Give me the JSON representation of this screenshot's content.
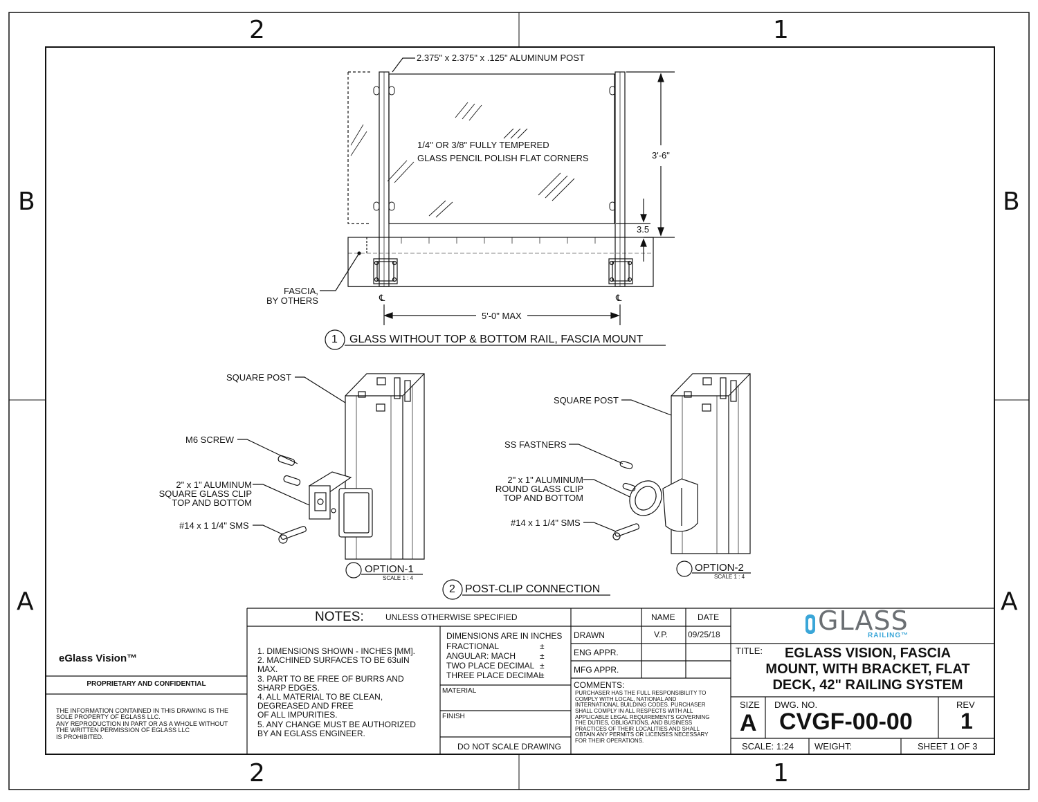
{
  "zones": {
    "top_left": "2",
    "top_right": "1",
    "bottom_left": "2",
    "bottom_right": "1",
    "left_upper": "B",
    "right_upper": "B",
    "left_lower": "A",
    "right_lower": "A"
  },
  "view1": {
    "post_label": "2.375\" x 2.375\" x .125\" ALUMINUM POST",
    "glass_line1": "1/4\" OR 3/8\" FULLY TEMPERED",
    "glass_line2": "GLASS PENCIL POLISH FLAT CORNERS",
    "height_dim": "3'-6\"",
    "gap_dim": "3.5",
    "fascia_line1": "FASCIA,",
    "fascia_line2": "BY OTHERS",
    "cl_left": "℄",
    "cl_right": "℄",
    "span_dim": "5'-0\" MAX",
    "callout_num": "1",
    "title": "GLASS WITHOUT TOP & BOTTOM RAIL, FASCIA MOUNT"
  },
  "view2": {
    "opt1": {
      "square_post": "SQUARE POST",
      "screw": "M6 SCREW",
      "clip": "2\" x 1\" ALUMINUM\nSQUARE GLASS CLIP\nTOP AND BOTTOM",
      "sms": "#14 x 1 1/4\" SMS",
      "title": "OPTION-1",
      "scale": "SCALE 1 : 4"
    },
    "opt2": {
      "square_post": "SQUARE POST",
      "fasteners": "SS FASTNERS",
      "clip": "2\" x 1\" ALUMINUM\nROUND GLASS CLIP\nTOP AND BOTTOM",
      "sms": "#14 x 1 1/4\" SMS",
      "title": "OPTION-2",
      "scale": "SCALE 1 : 4"
    },
    "callout_num": "2",
    "title": "POST-CLIP CONNECTION"
  },
  "title_block": {
    "company_name": "eGlass Vision™",
    "proprietary": "PROPRIETARY AND CONFIDENTIAL",
    "disclaimer": "THE INFORMATION CONTAINED IN THIS DRAWING IS THE\nSOLE PROPERTY OF EGLASS LLC.\nANY REPRODUCTION IN PART OR AS A WHOLE WITHOUT\nTHE WRITTEN PERMISSION OF EGLASS LLC\nIS PROHIBITED.",
    "notes_heading": "NOTES:",
    "notes_sub": "UNLESS OTHERWISE SPECIFIED",
    "notes_body": "1. DIMENSIONS SHOWN - INCHES [MM].\n2. MACHINED SURFACES TO BE 63uIN\nMAX.\n3. PART TO BE FREE OF BURRS AND\nSHARP EDGES.\n4. ALL MATERIAL TO BE CLEAN,\nDEGREASED AND FREE\nOF ALL IMPURITIES.\n5. ANY CHANGE MUST BE AUTHORIZED\nBY AN EGLASS ENGINEER.",
    "tol_heading": "DIMENSIONS ARE IN INCHES",
    "tol_rows": [
      "FRACTIONAL",
      "ANGULAR: MACH",
      "TWO PLACE DECIMAL",
      "THREE PLACE DECIMAL"
    ],
    "tol_pm": "±",
    "material": "MATERIAL",
    "finish": "FINISH",
    "do_not_scale": "DO NOT SCALE DRAWING",
    "name_hdr": "NAME",
    "date_hdr": "DATE",
    "drawn": "DRAWN",
    "drawn_name": "V.P.",
    "drawn_date": "09/25/18",
    "eng_appr": "ENG APPR.",
    "mfg_appr": "MFG APPR.",
    "comments": "COMMENTS:",
    "comments_body": "PURCHASER HAS THE FULL RESPONSIBILITY TO\nCOMPLY WITH LOCAL, NATIONAL AND\nINTERNATIONAL BUILDING CODES. PURCHASER\nSHALL COMPLY IN ALL RESPECTS WITH ALL\nAPPLICABLE LEGAL REQUIREMENTS GOVERNING\nTHE DUTIES, OBLIGATIONS, AND BUSINESS\nPRACTICES OF THEIR LOCALITIES AND SHALL\nOBTAIN ANY PERMITS OR LICENSES NECESSARY\nFOR THEIR OPERATIONS.",
    "logo_main": "GLASS",
    "logo_sub": "RAILING™",
    "title_label": "TITLE:",
    "title_text": "EGLASS VISION, FASCIA MOUNT, WITH BRACKET, FLAT DECK, 42\" RAILING SYSTEM",
    "size_label": "SIZE",
    "size_value": "A",
    "dwg_label": "DWG.  NO.",
    "dwg_value": "CVGF-00-00",
    "rev_label": "REV",
    "rev_value": "1",
    "scale": "SCALE: 1:24",
    "weight": "WEIGHT:",
    "sheet": "SHEET 1 OF 3"
  },
  "colors": {
    "ink": "#111111",
    "logo_blue": "#3aa6d8",
    "logo_grey": "#6b6f73"
  }
}
